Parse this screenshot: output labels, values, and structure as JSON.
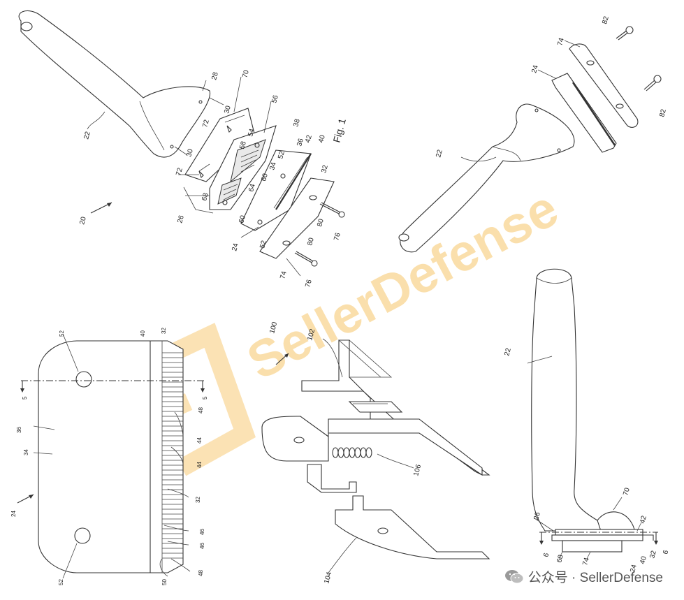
{
  "figure": {
    "fig_label": "Fig. 1",
    "refs": {
      "r20": "20",
      "r22": "22",
      "r24": "24",
      "r26": "26",
      "r28": "28",
      "r30": "30",
      "r32": "32",
      "r34": "34",
      "r36": "36",
      "r38": "38",
      "r40": "40",
      "r42": "42",
      "r44": "44",
      "r46": "46",
      "r48": "48",
      "r50": "50",
      "r52": "52",
      "r54": "54",
      "r56": "56",
      "r58": "58",
      "r60": "60",
      "r64": "64",
      "r68": "68",
      "r70": "70",
      "r72": "72",
      "r74": "74",
      "r76": "76",
      "r80": "80",
      "r82": "82",
      "r100": "100",
      "r102": "102",
      "r104": "104",
      "r106": "106",
      "r5": "5",
      "r6": "6"
    }
  },
  "watermark": {
    "text": "SellerDefense",
    "color": "#f7c66a"
  },
  "footer": {
    "account": "公众号 · SellerDefense",
    "icon": "wechat-icon"
  }
}
